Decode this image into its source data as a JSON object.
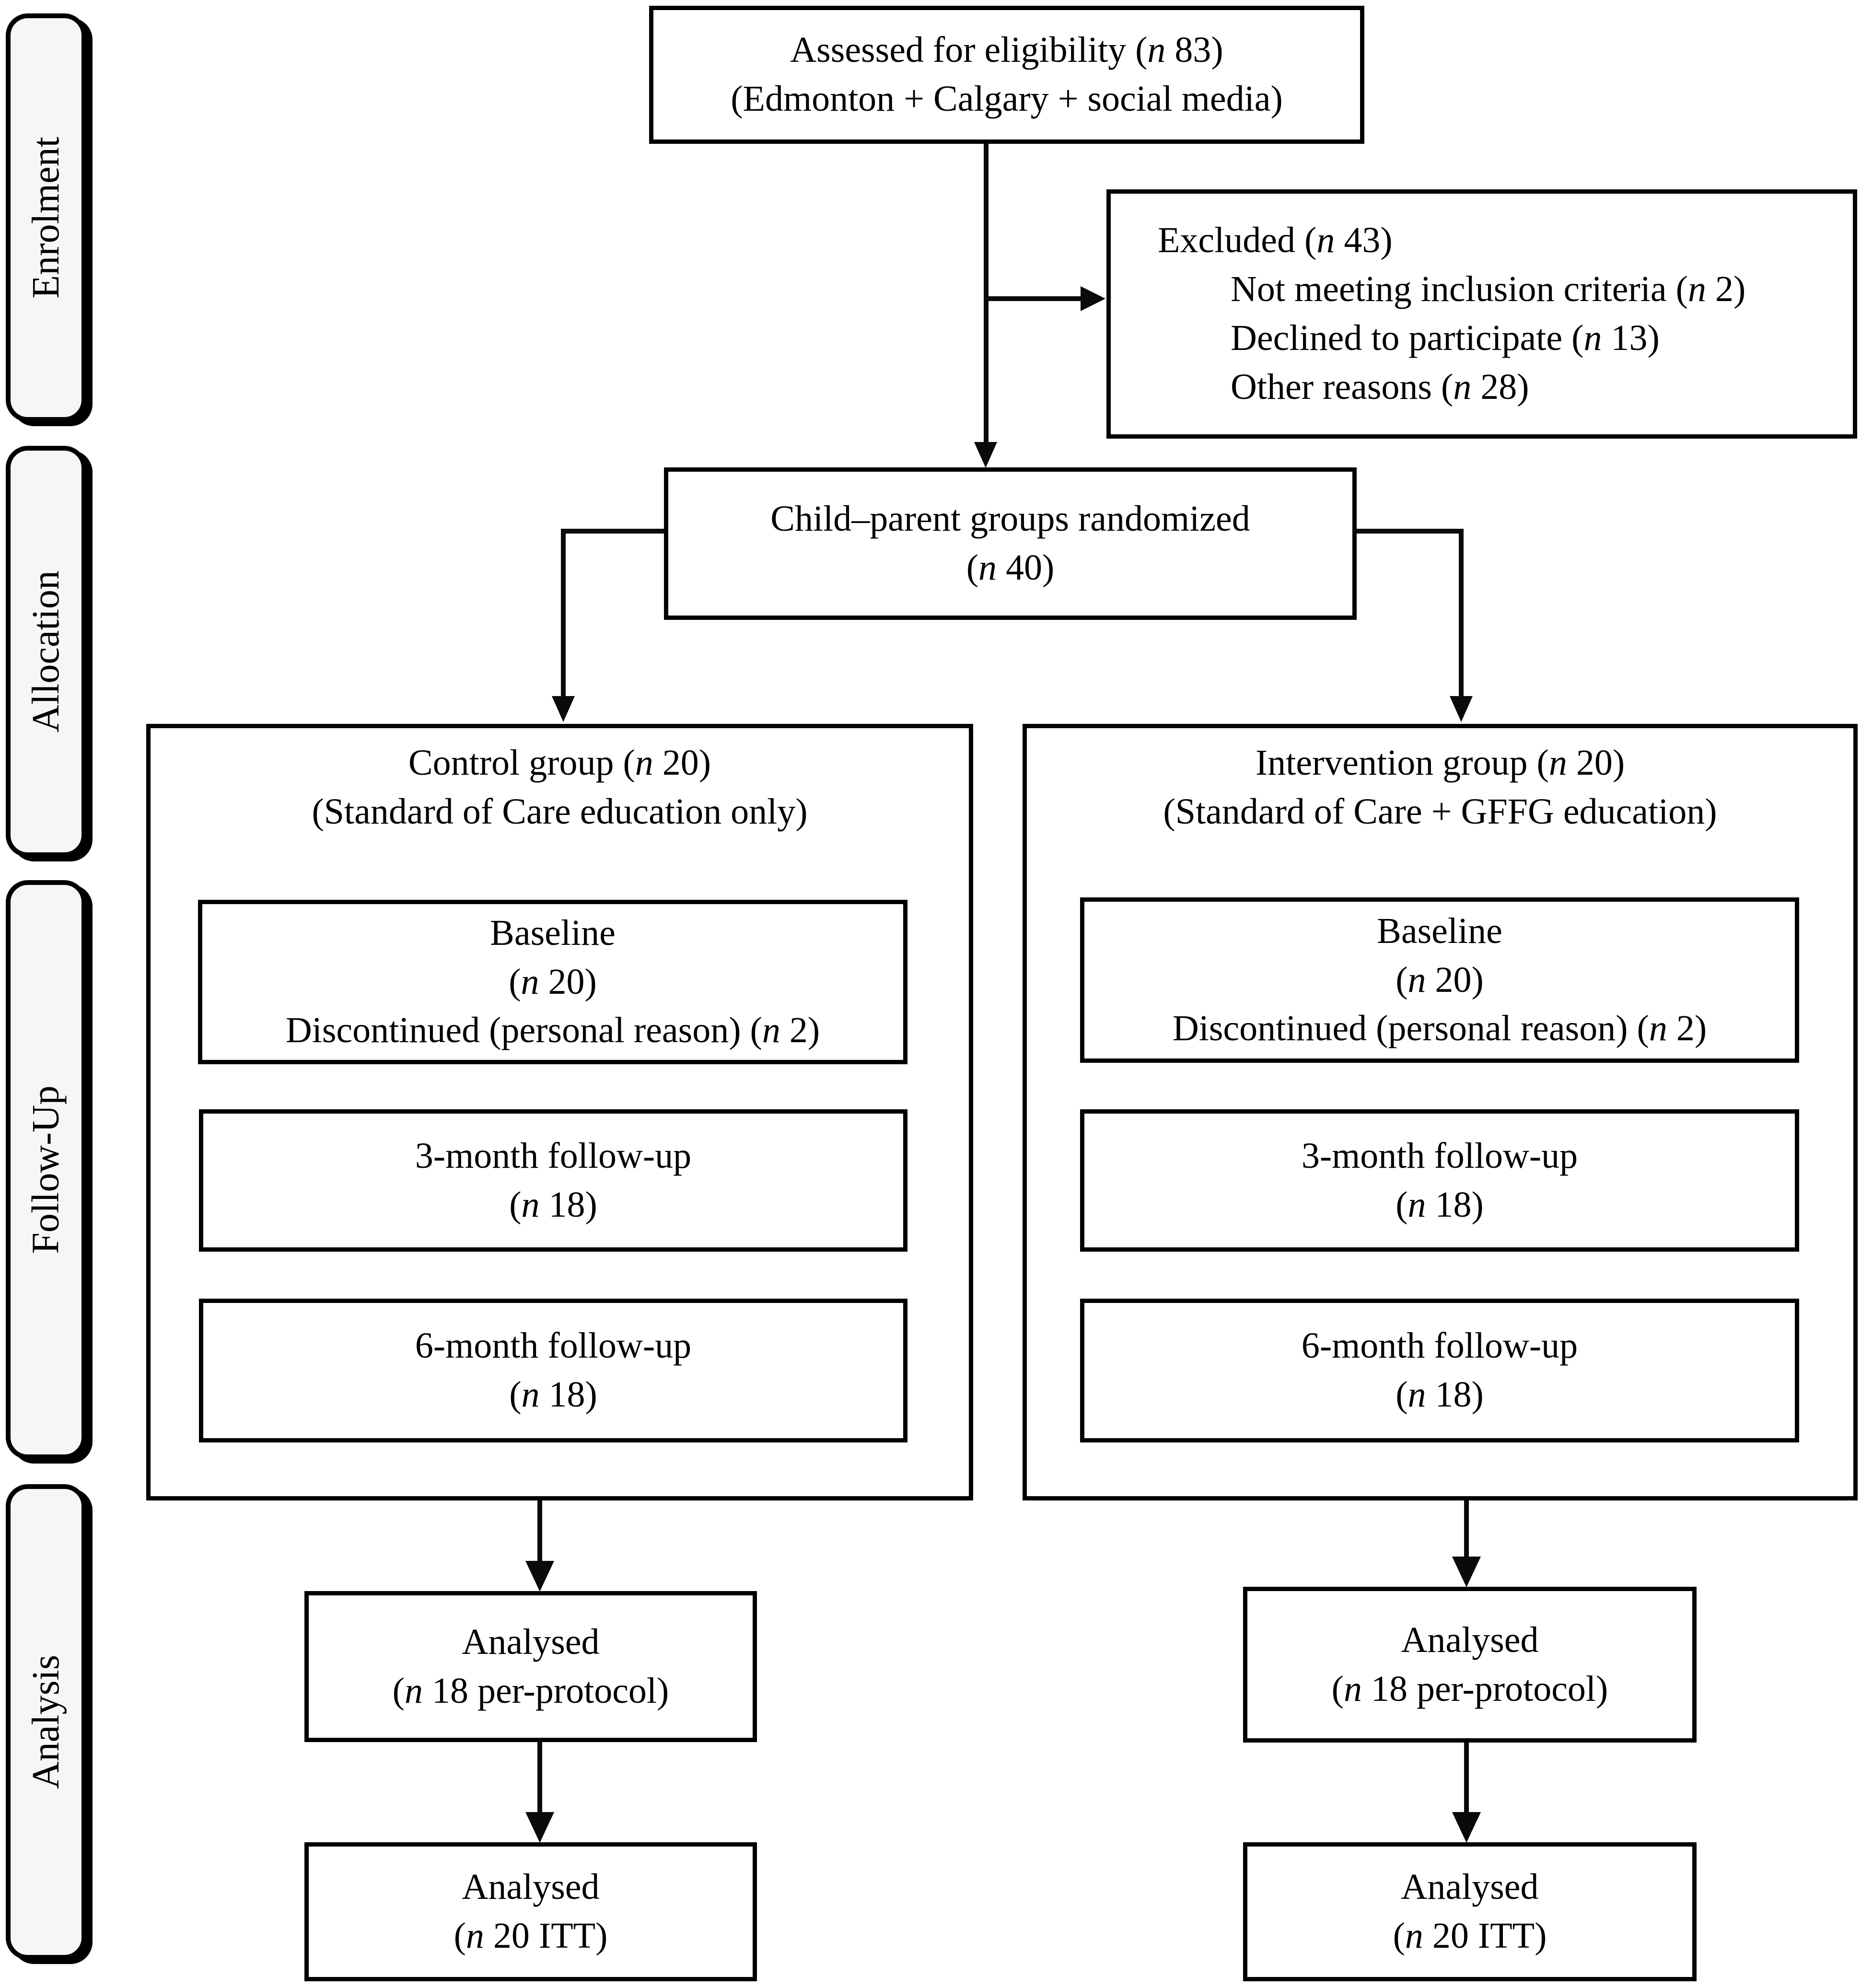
{
  "sidebar": {
    "items": [
      {
        "label": "Enrolment"
      },
      {
        "label": "Allocation"
      },
      {
        "label": "Follow-Up"
      },
      {
        "label": "Analysis"
      }
    ]
  },
  "enrolment": {
    "assessed_lines": [
      "Assessed for eligibility (n 83)",
      "(Edmonton + Calgary + social media)"
    ],
    "excluded_lines": [
      "Excluded (n 43)",
      "Not meeting inclusion criteria (n 2)",
      "Declined to participate (n 13)",
      "Other reasons (n 28)"
    ]
  },
  "allocation": {
    "randomized_lines": [
      "Child–parent groups randomized",
      "(n 40)"
    ]
  },
  "columns": [
    {
      "id": "control",
      "title_lines": [
        "Control group (n 20)",
        "(Standard of Care education only)"
      ],
      "baseline_lines": [
        "Baseline",
        "(n 20)",
        "Discontinued (personal reason) (n 2)"
      ],
      "month3_lines": [
        "3-month follow-up",
        "(n 18)"
      ],
      "month6_lines": [
        "6-month follow-up",
        "(n 18)"
      ],
      "analysed_pp_lines": [
        "Analysed",
        "(n 18 per-protocol)"
      ],
      "analysed_itt_lines": [
        "Analysed",
        "(n 20 ITT)"
      ]
    },
    {
      "id": "intervention",
      "title_lines": [
        "Intervention group (n 20)",
        "(Standard of Care + GFFG education)"
      ],
      "baseline_lines": [
        "Baseline",
        "(n 20)",
        "Discontinued (personal reason) (n 2)"
      ],
      "month3_lines": [
        "3-month follow-up",
        "(n 18)"
      ],
      "month6_lines": [
        "6-month follow-up",
        "(n 18)"
      ],
      "analysed_pp_lines": [
        "Analysed",
        "(n 18 per-protocol)"
      ],
      "analysed_itt_lines": [
        "Analysed",
        "(n 20 ITT)"
      ]
    }
  ],
  "colors": {
    "background": "#ffffff",
    "box_border": "#000000",
    "line": "#0a0a0a",
    "stage_fill": "#f5f6f6"
  }
}
